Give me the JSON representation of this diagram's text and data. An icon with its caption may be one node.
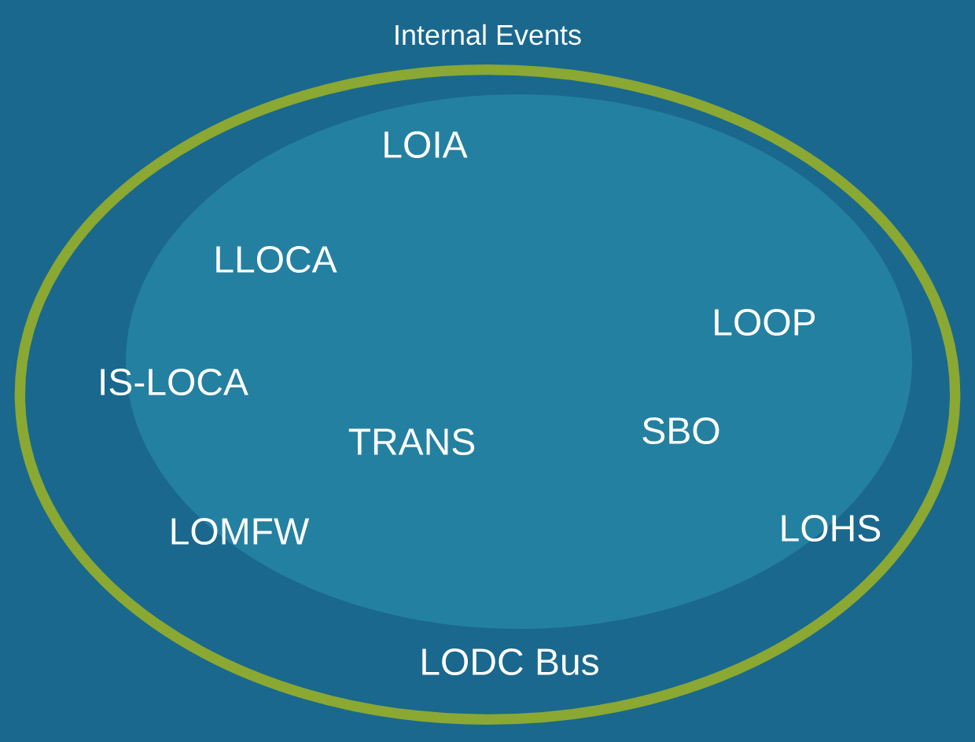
{
  "diagram": {
    "nodes": [
      {
        "text": [
          "Internal Events"
        ]
      }
    ],
    "labels": [
      "LOIA",
      "LLOCA",
      "LOOP",
      "IS-LOCA",
      "SBO",
      "TRANS",
      "LOHS",
      "LOMFW",
      "LODC Bus"
    ]
  }
}
